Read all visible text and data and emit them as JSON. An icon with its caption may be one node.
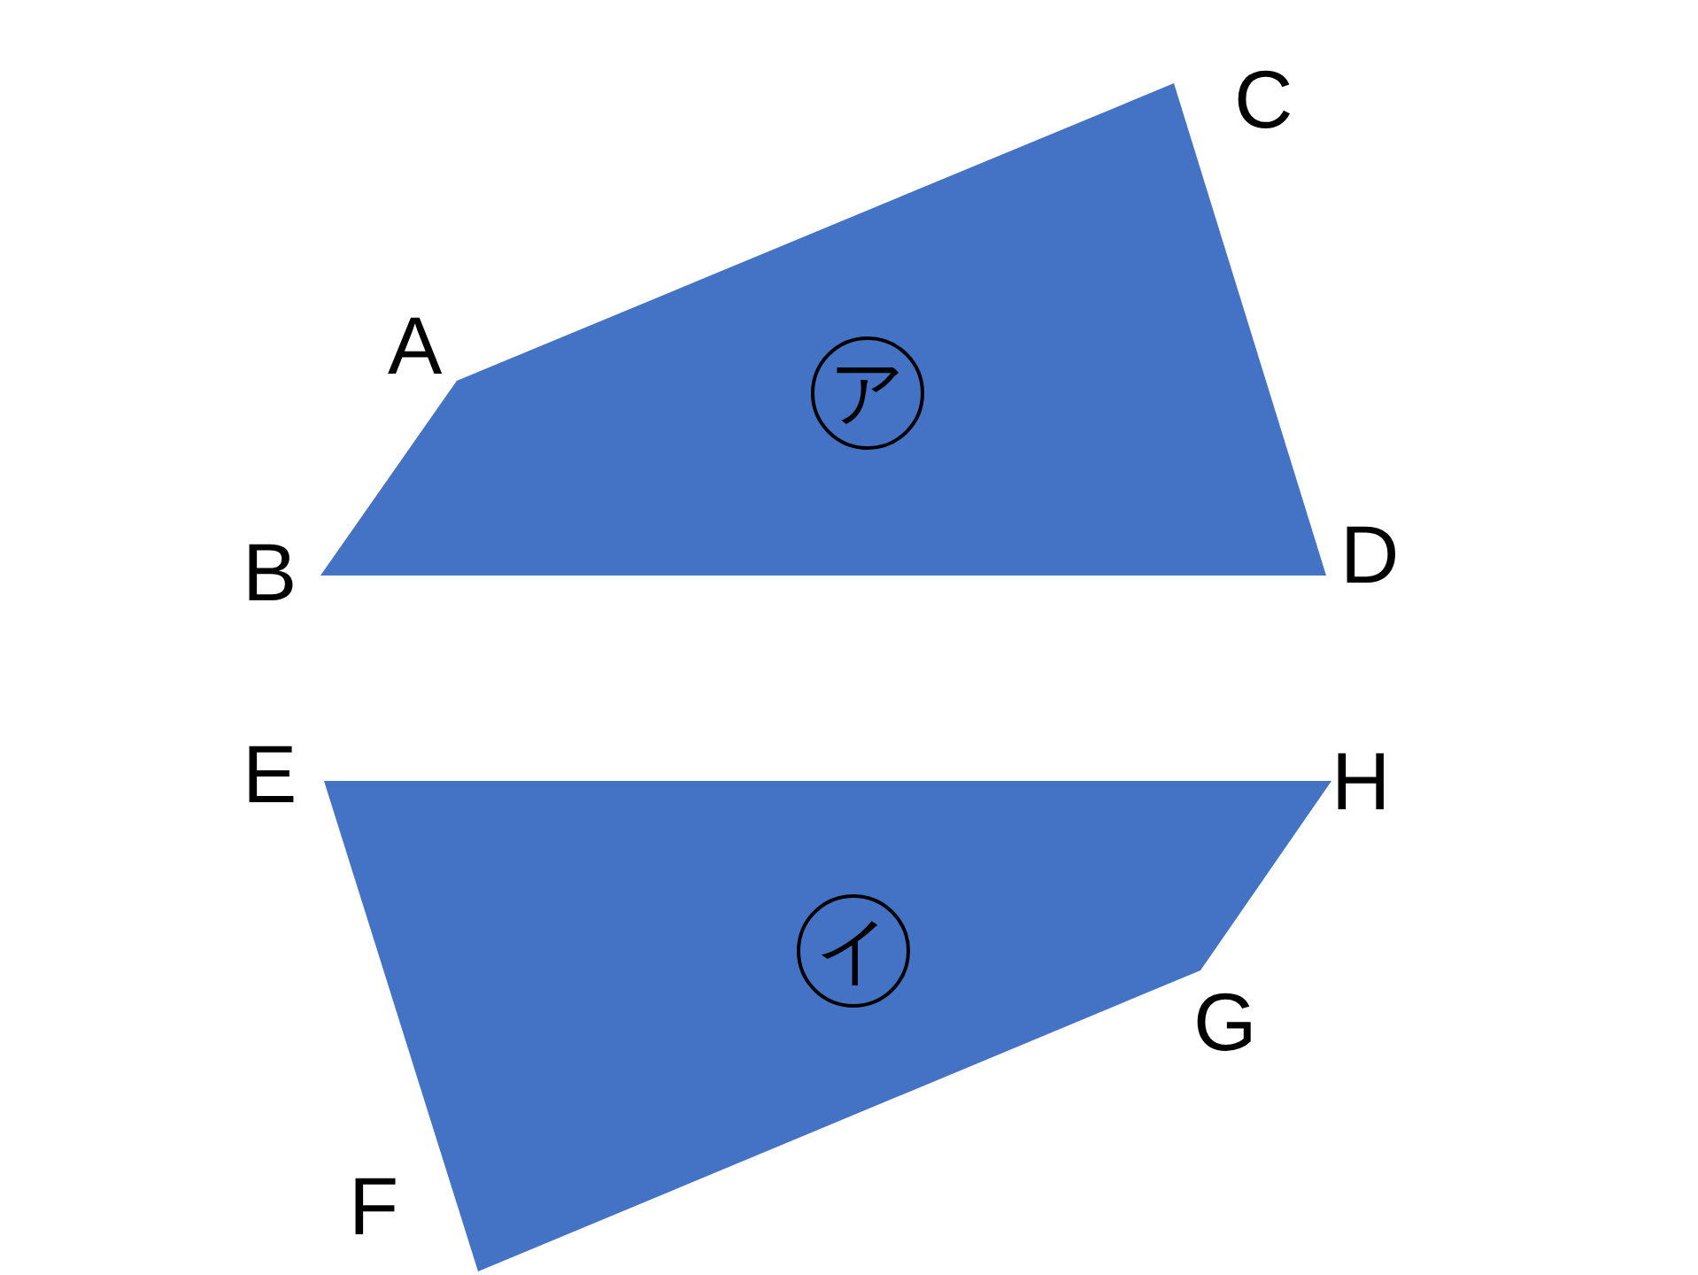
{
  "diagram": {
    "nodes": [
      {
        "text": [
          "ア"
        ]
      },
      {
        "text": [
          "イ"
        ]
      }
    ],
    "labels": [
      "C",
      "A",
      "B",
      "D",
      "E",
      "H",
      "G",
      "F"
    ]
  }
}
